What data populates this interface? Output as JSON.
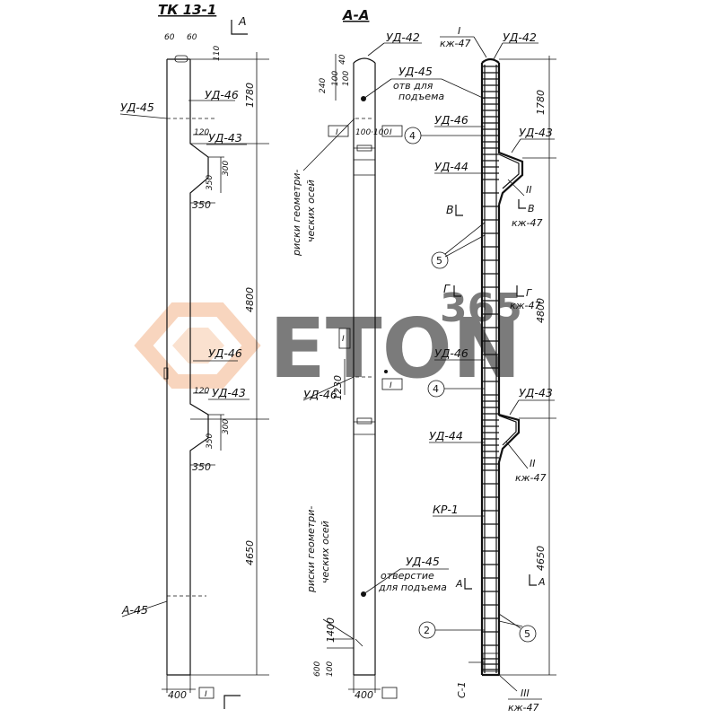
{
  "titles": {
    "left": "ТК 13-1",
    "middle": "А-А",
    "section_mark": "А"
  },
  "dims": {
    "d60a": "60",
    "d60b": "60",
    "d110": "110",
    "d1780": "1780",
    "d4800": "4800",
    "d120a": "120",
    "d300a": "300",
    "d350a": "350",
    "d350b": "350",
    "d120b": "120",
    "d300b": "300",
    "d350c": "350",
    "d350d": "350",
    "d4650": "4650",
    "d400a": "400",
    "d400b": "400",
    "d240": "240",
    "d100a": "100",
    "d40": "40",
    "d100r": "100",
    "d100b": "100",
    "d1230": "1230",
    "d1400": "1400",
    "d600": "600",
    "d100c": "100",
    "r1780": "1780",
    "r4800": "4800",
    "r4650": "4650"
  },
  "labels": {
    "ud42_mid": "УД-42",
    "ud42_right": "УД-42",
    "kzh47_top": "кж-47",
    "roman1": "I",
    "ud45_top": "УД-45",
    "otv_dlya": "отв для",
    "podema": "подъема",
    "ud46_right1": "УД-46",
    "circle4a": "4",
    "ud43_right1": "УД-43",
    "ud44_right1": "УД-44",
    "roman2": "II",
    "kzh47_r2": "кж-47",
    "B_left": "В",
    "B_right": "В",
    "circle5a": "5",
    "G_left": "Г",
    "G_right": "Г",
    "kzh47_r3": "кж-47",
    "ud46_right2": "УД-46",
    "circle4b": "4",
    "ud43_right2": "УД-43",
    "ud44_right2": "УД-44",
    "roman2b": "II",
    "kzh47_r4": "кж-47",
    "kp1": "КР-1",
    "ud45_bot": "УД-45",
    "otverstie": "отверстие",
    "dlya_podema": "для подъема",
    "A_right_a": "А",
    "A_right_b": "А",
    "circle2": "2",
    "circle5b": "5",
    "c1": "С-1",
    "roman3": "III",
    "kzh47_bot": "кж-47",
    "ud45_left_top": "УД-45",
    "ud46_l1": "УД-46",
    "ud43_l1": "УД-43",
    "ud46_l2": "УД-46",
    "ud43_l2": "УД-43",
    "ud45_left_bot": "А-45",
    "risk_top_1": "риски геометри-",
    "risk_top_2": "ческих осей",
    "risk_bot_1": "риски геометри-",
    "risk_bot_2": "ческих осей",
    "ud46_mid": "УД-46",
    "tag_i1": "I",
    "tag_i2": "I",
    "tag_i3": "I",
    "tag_i4": "I",
    "tag_i5": "I",
    "d100x100": "100·100"
  },
  "watermark": {
    "text": "ETON",
    "sub": "365",
    "color": "#f0a070"
  },
  "colors": {
    "ink": "#111111",
    "paper": "#ffffff"
  }
}
